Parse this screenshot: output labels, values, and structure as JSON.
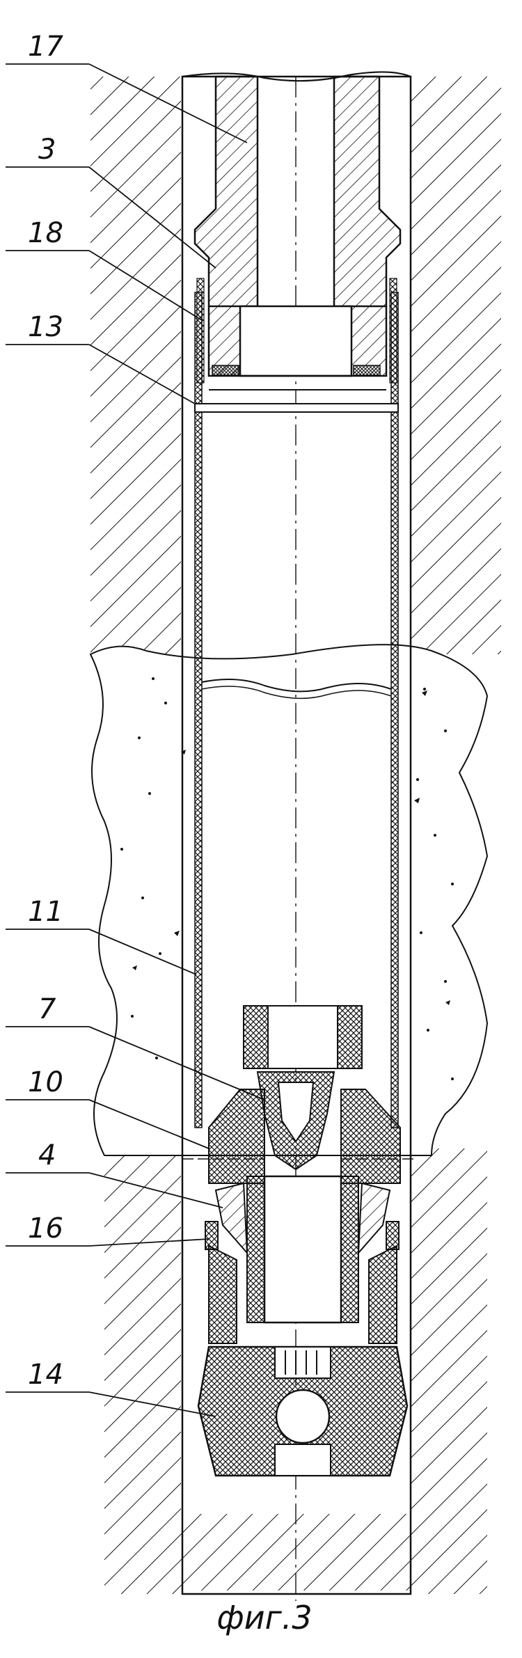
{
  "figure": {
    "caption": "фиг.3",
    "callouts": [
      {
        "id": "17",
        "text": "17"
      },
      {
        "id": "3",
        "text": "3"
      },
      {
        "id": "18",
        "text": "18"
      },
      {
        "id": "13",
        "text": "13"
      },
      {
        "id": "11",
        "text": "11"
      },
      {
        "id": "7",
        "text": "7"
      },
      {
        "id": "10",
        "text": "10"
      },
      {
        "id": "4",
        "text": "4"
      },
      {
        "id": "16",
        "text": "16"
      },
      {
        "id": "14",
        "text": "14"
      }
    ]
  },
  "colors": {
    "line": "#111111",
    "background": "#ffffff"
  }
}
